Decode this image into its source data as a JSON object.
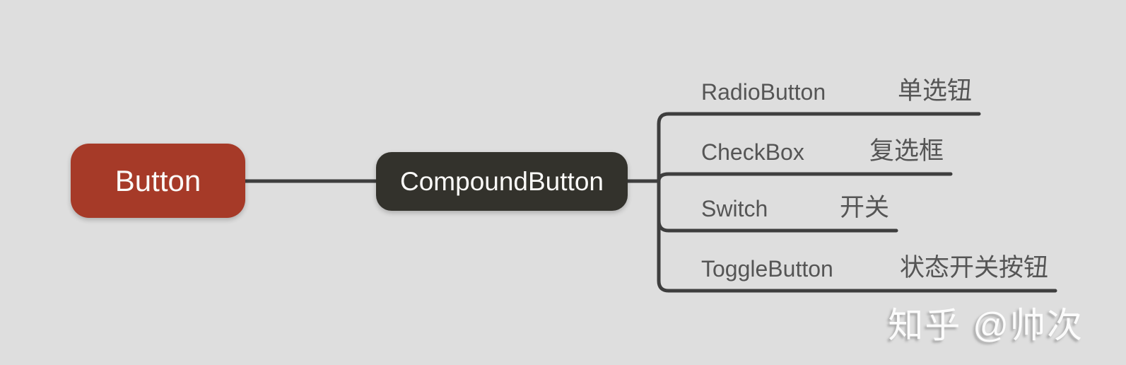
{
  "diagram": {
    "root": {
      "label": "Button",
      "color": "#a63a28"
    },
    "child": {
      "label": "CompoundButton",
      "color": "#33322c"
    },
    "branches": [
      {
        "label": "RadioButton",
        "note": "单选钮"
      },
      {
        "label": "CheckBox",
        "note": "复选框"
      },
      {
        "label": "Switch",
        "note": "开关"
      },
      {
        "label": "ToggleButton",
        "note": "状态开关按钮"
      }
    ],
    "colors": {
      "background": "#dedede",
      "line": "#3e3e3e",
      "branch_text": "#555555",
      "node_text": "#fbfaf8"
    }
  },
  "watermark": {
    "text": "知乎 @帅次"
  }
}
